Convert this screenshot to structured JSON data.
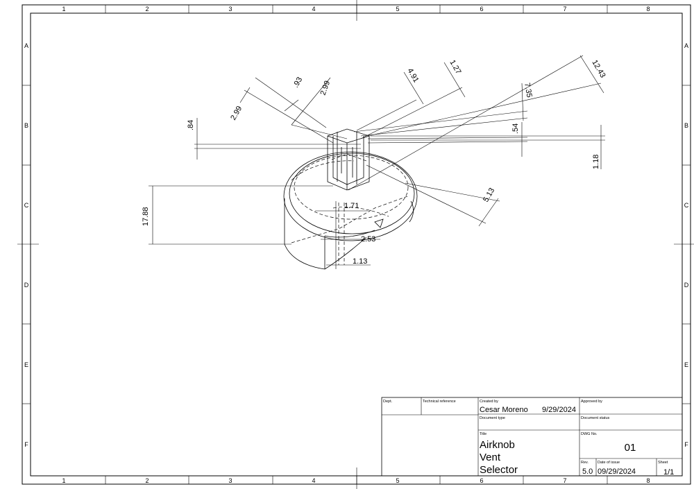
{
  "frame": {
    "col_labels": [
      "1",
      "2",
      "3",
      "4",
      "5",
      "6",
      "7",
      "8"
    ],
    "row_labels": [
      "A",
      "B",
      "C",
      "D",
      "E",
      "F"
    ]
  },
  "dimensions": {
    "d_2_99_left": "2.99",
    "d_93": ".93",
    "d_2_99_right": "2.99",
    "d_4_91": "4.91",
    "d_1_27": "1.27",
    "d_7_35": "7.35",
    "d_12_43": "12.43",
    "d_84": ".84",
    "d_54": ".54",
    "d_1_18": "1.18",
    "d_5_13": "5.13",
    "d_17_88": "17.88",
    "d_1_71": "1.71",
    "d_2_53": "2.53",
    "d_1_13": "1.13"
  },
  "title_block": {
    "dept_label": "Dept.",
    "tech_ref_label": "Technical reference",
    "created_by_label": "Created by",
    "created_by": "Cesar Moreno",
    "created_date": "9/29/2024",
    "approved_by_label": "Approved by",
    "doc_type_label": "Document type",
    "doc_status_label": "Document status",
    "title_label": "Title",
    "title_line1": "Airknob",
    "title_line2": "Vent",
    "title_line3": "Selector",
    "dwg_no_label": "DWG No.",
    "dwg_no": "01",
    "rev_label": "Rev.",
    "rev": "5.0",
    "date_of_issue_label": "Date of issue",
    "date_of_issue": "09/29/2024",
    "sheet_label": "Sheet",
    "sheet": "1/1"
  }
}
